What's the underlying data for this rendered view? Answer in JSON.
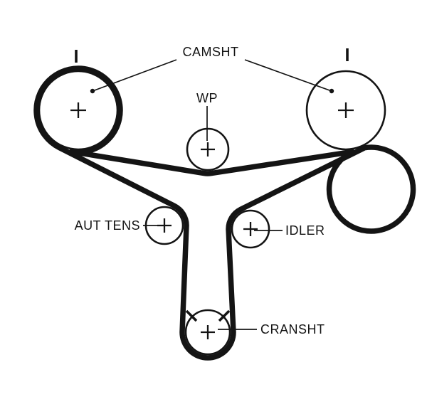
{
  "colors": {
    "ink": "#141414",
    "background": "#ffffff"
  },
  "labels": {
    "camshaft": "CAMSHT",
    "water_pump": "WP",
    "tensioner": "AUT TENS",
    "idler": "IDLER",
    "crankshaft": "CRANSHT"
  },
  "components": [
    {
      "name": "camshaft-pulley-left",
      "label": "CAMSHT"
    },
    {
      "name": "camshaft-pulley-right",
      "label": "CAMSHT"
    },
    {
      "name": "water-pump-pulley",
      "label": "WP"
    },
    {
      "name": "tensioner-pulley",
      "label": "AUT TENS"
    },
    {
      "name": "idler-pulley",
      "label": "IDLER"
    },
    {
      "name": "crankshaft-pulley",
      "label": "CRANSHT"
    }
  ]
}
